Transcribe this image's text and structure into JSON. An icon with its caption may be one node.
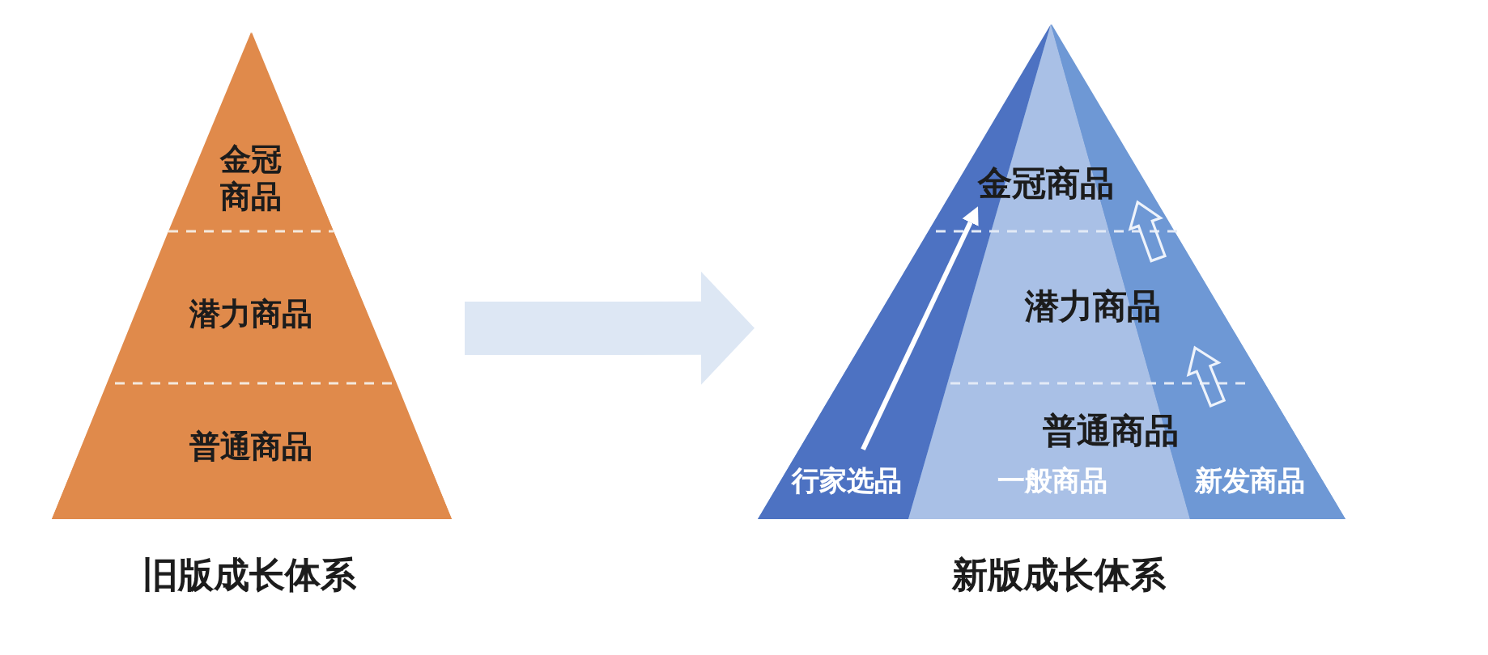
{
  "diagram": {
    "nodes": [
      {
        "text": [],
        "shape": "triangle",
        "beside": [
          "旧版成长体系"
        ]
      },
      {
        "text": [
          "金冠商品"
        ],
        "in": 0
      },
      {
        "text": [
          "潜力商品"
        ],
        "in": 0
      },
      {
        "text": [
          "普通商品"
        ],
        "in": 0
      },
      {
        "text": [],
        "shape": "triangle",
        "beside": [
          "新版成长体系"
        ]
      },
      {
        "text": [
          "行家选品"
        ],
        "in": 4
      },
      {
        "text": [
          "一般商品"
        ],
        "in": 4
      },
      {
        "text": [
          "新发商品"
        ],
        "in": 4
      },
      {
        "text": [
          "金冠商品"
        ],
        "in": 6
      },
      {
        "text": [
          "潜力商品"
        ],
        "in": 6
      },
      {
        "text": [
          "普通商品"
        ],
        "in": 6
      }
    ],
    "edges": [
      {
        "from": 0,
        "to": 4,
        "arrow": "to",
        "style": "thick",
        "color": "#dde7f4"
      },
      {
        "from": 5,
        "to": 8,
        "arrow": "to",
        "color": "#ffffff"
      }
    ]
  }
}
